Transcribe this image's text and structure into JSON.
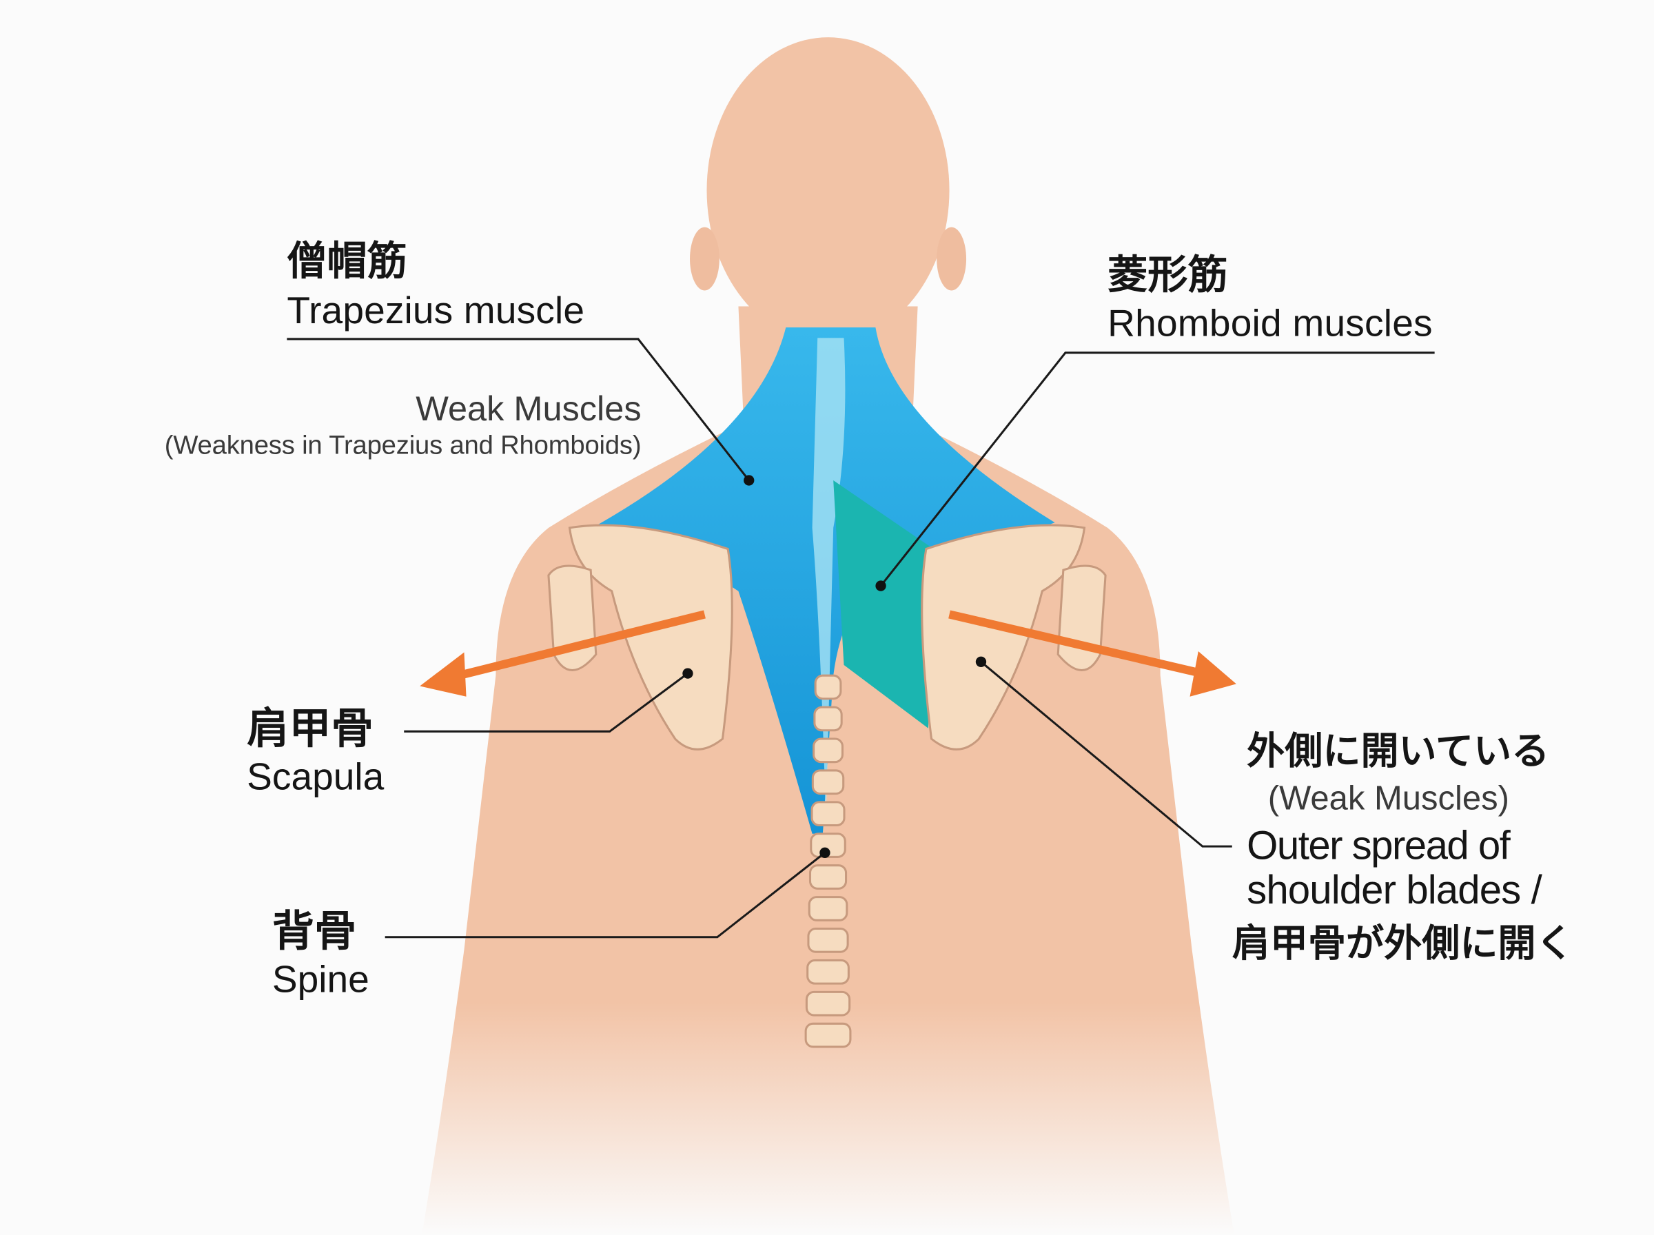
{
  "labels": {
    "trapezius": {
      "jp": "僧帽筋",
      "en": "Trapezius muscle"
    },
    "rhomboid": {
      "jp": "菱形筋",
      "en": "Rhomboid muscles"
    },
    "weak_muscles": {
      "title": "Weak Muscles",
      "subtitle": "(Weakness in Trapezius and Rhomboids)"
    },
    "scapula": {
      "jp": "肩甲骨",
      "en": "Scapula"
    },
    "spine": {
      "jp": "背骨",
      "en": "Spine"
    },
    "outer_spread": {
      "jp_top": "外側に開いている",
      "paren": "(Weak Muscles)",
      "en_line1": "Outer spread of",
      "en_line2": "shoulder blades /",
      "jp_bottom": "肩甲骨が外側に開く"
    }
  },
  "colors": {
    "skin": "#f2c3a6",
    "trapezius": "#1fa9e0",
    "rhomboid": "#1bb5b0",
    "bone": "#f6dcc0",
    "arrow": "#f07a32",
    "leader_line": "#1a1a1a"
  }
}
